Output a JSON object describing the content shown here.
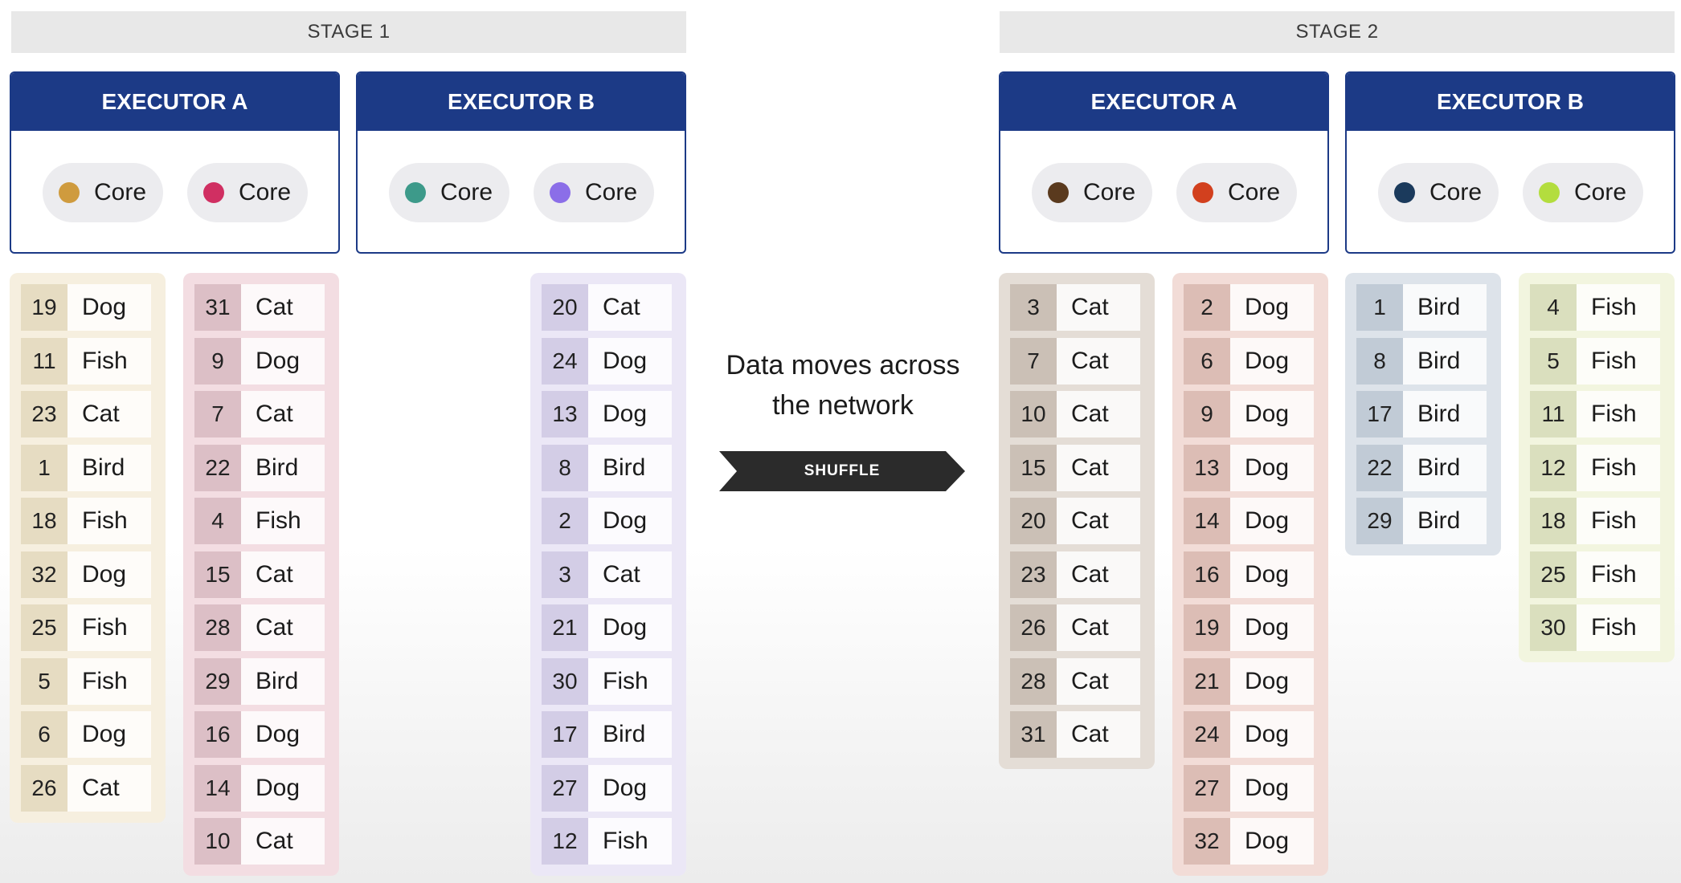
{
  "stages": [
    {
      "title": "STAGE 1"
    },
    {
      "title": "STAGE 2"
    }
  ],
  "executors": [
    {
      "title": "EXECUTOR A",
      "cores": [
        {
          "label": "Core",
          "color": "#cf9b3e"
        },
        {
          "label": "Core",
          "color": "#d02f62"
        }
      ]
    },
    {
      "title": "EXECUTOR B",
      "cores": [
        {
          "label": "Core",
          "color": "#3d9a8a"
        },
        {
          "label": "Core",
          "color": "#8b6ee8"
        }
      ]
    },
    {
      "title": "EXECUTOR A",
      "cores": [
        {
          "label": "Core",
          "color": "#5a3a1e"
        },
        {
          "label": "Core",
          "color": "#d2401e"
        }
      ]
    },
    {
      "title": "EXECUTOR B",
      "cores": [
        {
          "label": "Core",
          "color": "#1b3a5c"
        },
        {
          "label": "Core",
          "color": "#b3dd3e"
        }
      ]
    }
  ],
  "caption": {
    "line1": "Data moves across",
    "line2": "the network"
  },
  "shuffle_label": "SHUFFLE",
  "partitions": [
    {
      "bg": "#f6efdf",
      "num_bg": "#e6dcc2",
      "rows": [
        {
          "n": "19",
          "label": "Dog"
        },
        {
          "n": "11",
          "label": "Fish"
        },
        {
          "n": "23",
          "label": "Cat"
        },
        {
          "n": "1",
          "label": "Bird"
        },
        {
          "n": "18",
          "label": "Fish"
        },
        {
          "n": "32",
          "label": "Dog"
        },
        {
          "n": "25",
          "label": "Fish"
        },
        {
          "n": "5",
          "label": "Fish"
        },
        {
          "n": "6",
          "label": "Dog"
        },
        {
          "n": "26",
          "label": "Cat"
        }
      ]
    },
    {
      "bg": "#f3dde2",
      "num_bg": "#dcbfc6",
      "rows": [
        {
          "n": "31",
          "label": "Cat"
        },
        {
          "n": "9",
          "label": "Dog"
        },
        {
          "n": "7",
          "label": "Cat"
        },
        {
          "n": "22",
          "label": "Bird"
        },
        {
          "n": "4",
          "label": "Fish"
        },
        {
          "n": "15",
          "label": "Cat"
        },
        {
          "n": "28",
          "label": "Cat"
        },
        {
          "n": "29",
          "label": "Bird"
        },
        {
          "n": "16",
          "label": "Dog"
        },
        {
          "n": "14",
          "label": "Dog"
        },
        {
          "n": "10",
          "label": "Cat"
        }
      ]
    },
    {
      "bg": "#ebe7f6",
      "num_bg": "#d3cde6",
      "rows": [
        {
          "n": "20",
          "label": "Cat"
        },
        {
          "n": "24",
          "label": "Dog"
        },
        {
          "n": "13",
          "label": "Dog"
        },
        {
          "n": "8",
          "label": "Bird"
        },
        {
          "n": "2",
          "label": "Dog"
        },
        {
          "n": "3",
          "label": "Cat"
        },
        {
          "n": "21",
          "label": "Dog"
        },
        {
          "n": "30",
          "label": "Fish"
        },
        {
          "n": "17",
          "label": "Bird"
        },
        {
          "n": "27",
          "label": "Dog"
        },
        {
          "n": "12",
          "label": "Fish"
        }
      ]
    },
    {
      "bg": "#e4ddd6",
      "num_bg": "#cbc0b6",
      "rows": [
        {
          "n": "3",
          "label": "Cat"
        },
        {
          "n": "7",
          "label": "Cat"
        },
        {
          "n": "10",
          "label": "Cat"
        },
        {
          "n": "15",
          "label": "Cat"
        },
        {
          "n": "20",
          "label": "Cat"
        },
        {
          "n": "23",
          "label": "Cat"
        },
        {
          "n": "26",
          "label": "Cat"
        },
        {
          "n": "28",
          "label": "Cat"
        },
        {
          "n": "31",
          "label": "Cat"
        }
      ]
    },
    {
      "bg": "#f2dcd7",
      "num_bg": "#dcbdb5",
      "rows": [
        {
          "n": "2",
          "label": "Dog"
        },
        {
          "n": "6",
          "label": "Dog"
        },
        {
          "n": "9",
          "label": "Dog"
        },
        {
          "n": "13",
          "label": "Dog"
        },
        {
          "n": "14",
          "label": "Dog"
        },
        {
          "n": "16",
          "label": "Dog"
        },
        {
          "n": "19",
          "label": "Dog"
        },
        {
          "n": "21",
          "label": "Dog"
        },
        {
          "n": "24",
          "label": "Dog"
        },
        {
          "n": "27",
          "label": "Dog"
        },
        {
          "n": "32",
          "label": "Dog"
        }
      ]
    },
    {
      "bg": "#dde3ea",
      "num_bg": "#c1cbd6",
      "rows": [
        {
          "n": "1",
          "label": "Bird"
        },
        {
          "n": "8",
          "label": "Bird"
        },
        {
          "n": "17",
          "label": "Bird"
        },
        {
          "n": "22",
          "label": "Bird"
        },
        {
          "n": "29",
          "label": "Bird"
        }
      ]
    },
    {
      "bg": "#f2f5df",
      "num_bg": "#dadfbe",
      "rows": [
        {
          "n": "4",
          "label": "Fish"
        },
        {
          "n": "5",
          "label": "Fish"
        },
        {
          "n": "11",
          "label": "Fish"
        },
        {
          "n": "12",
          "label": "Fish"
        },
        {
          "n": "18",
          "label": "Fish"
        },
        {
          "n": "25",
          "label": "Fish"
        },
        {
          "n": "30",
          "label": "Fish"
        }
      ]
    }
  ]
}
